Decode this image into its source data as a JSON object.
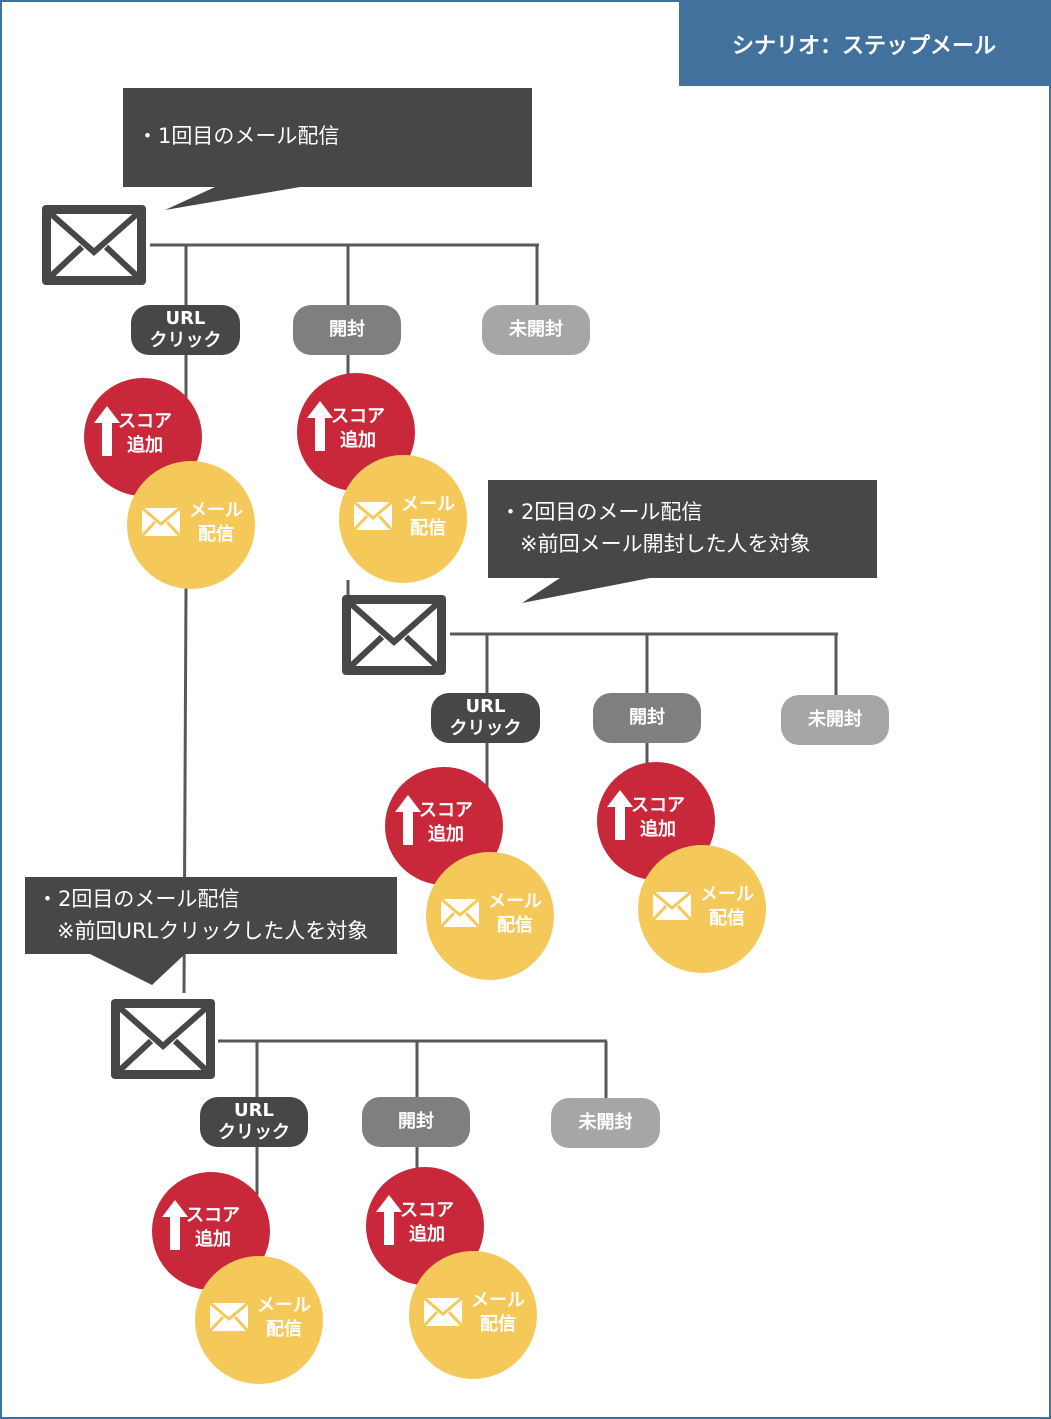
{
  "title": "シナリオ：ステップメール",
  "callouts": [
    {
      "line1": "・1回目のメール配信",
      "line2": ""
    },
    {
      "line1": "・2回目のメール配信",
      "line2": "※前回メール開封した人を対象"
    },
    {
      "line1": "・2回目のメール配信",
      "line2": "※前回URLクリックした人を対象"
    }
  ],
  "labels": {
    "url_click_line1": "URL",
    "url_click_line2": "クリック",
    "opened": "開封",
    "unopened": "未開封",
    "score_line1": "スコア",
    "score_line2": "追加",
    "mail_line1": "メール",
    "mail_line2": "配信"
  },
  "icons": {
    "envelope": "envelope-icon",
    "arrow": "up-arrow-icon"
  },
  "colors": {
    "title_bg": "#41719c",
    "callout_bg": "#474747",
    "url_click": "#474747",
    "opened": "#7f7f7f",
    "unopened": "#a6a6a6",
    "score": "#c9283a",
    "mail": "#f5c85a"
  }
}
